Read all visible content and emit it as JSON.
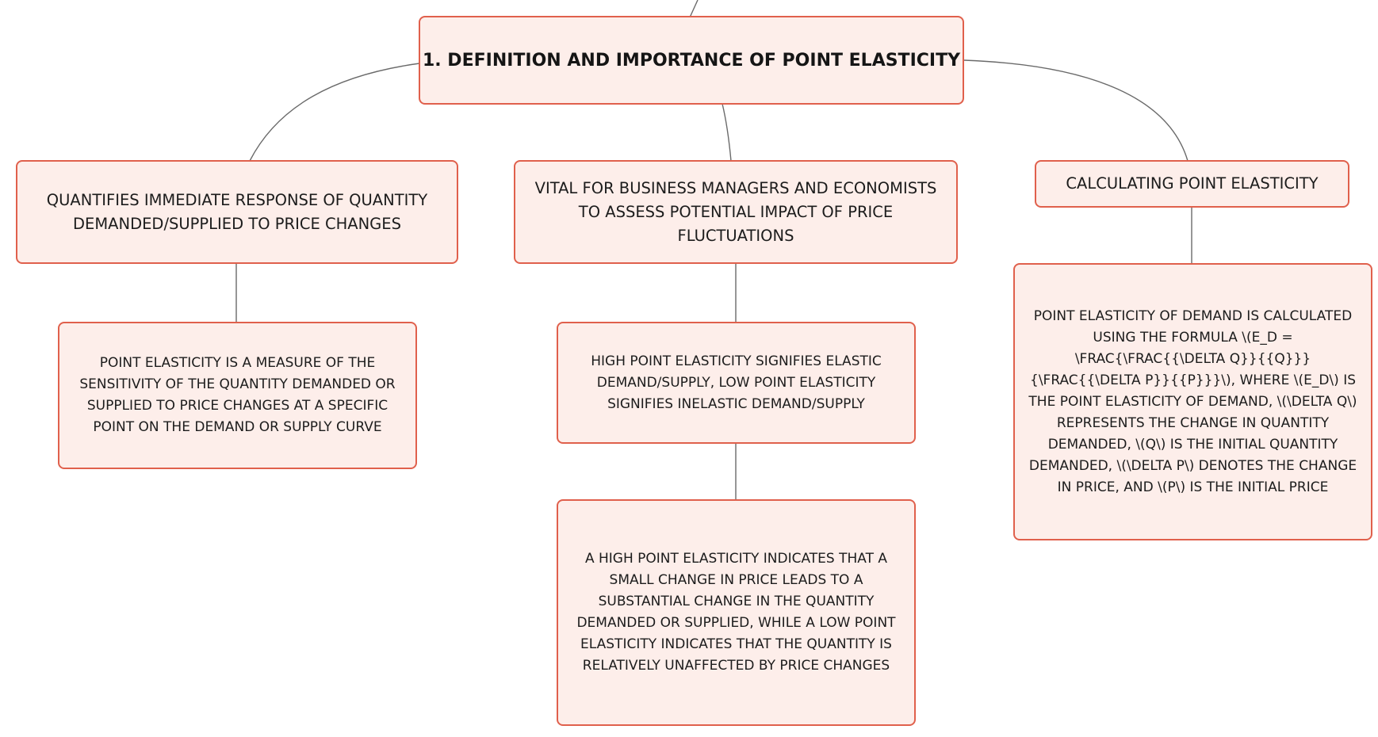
{
  "diagram": {
    "root": {
      "label": "1. DEFINITION AND IMPORTANCE OF POINT ELASTICITY"
    },
    "branches": [
      {
        "label": "QUANTIFIES IMMEDIATE RESPONSE OF QUANTITY DEMANDED/SUPPLIED TO PRICE CHANGES",
        "children": [
          "POINT ELASTICITY IS A MEASURE OF THE SENSITIVITY OF THE QUANTITY DEMANDED OR SUPPLIED TO PRICE CHANGES AT A SPECIFIC POINT ON THE DEMAND OR SUPPLY CURVE"
        ]
      },
      {
        "label": "VITAL FOR BUSINESS MANAGERS AND ECONOMISTS TO ASSESS POTENTIAL IMPACT OF PRICE FLUCTUATIONS",
        "children": [
          "HIGH POINT ELASTICITY SIGNIFIES ELASTIC DEMAND/SUPPLY, LOW POINT ELASTICITY SIGNIFIES INELASTIC DEMAND/SUPPLY",
          "A HIGH POINT ELASTICITY INDICATES THAT A SMALL CHANGE IN PRICE LEADS TO A SUBSTANTIAL CHANGE IN THE QUANTITY DEMANDED OR SUPPLIED, WHILE A LOW POINT ELASTICITY INDICATES THAT THE QUANTITY IS RELATIVELY UNAFFECTED BY PRICE CHANGES"
        ]
      },
      {
        "label": "CALCULATING POINT ELASTICITY",
        "children": [
          "POINT ELASTICITY OF DEMAND IS CALCULATED USING THE FORMULA \\(E_D = \\FRAC{\\FRAC{{\\DELTA Q}}{{Q}}}{\\FRAC{{\\DELTA P}}{{P}}}\\), WHERE \\(E_D\\) IS THE POINT ELASTICITY OF DEMAND, \\(\\DELTA Q\\) REPRESENTS THE CHANGE IN QUANTITY DEMANDED, \\(Q\\) IS THE INITIAL QUANTITY DEMANDED, \\(\\DELTA P\\) DENOTES THE CHANGE IN PRICE, AND \\(P\\) IS THE INITIAL PRICE"
        ]
      }
    ],
    "colors": {
      "node_fill": "#fdeeea",
      "node_border": "#e0604c",
      "connector": "#6a6a6a",
      "text": "#1c1c1c"
    }
  }
}
